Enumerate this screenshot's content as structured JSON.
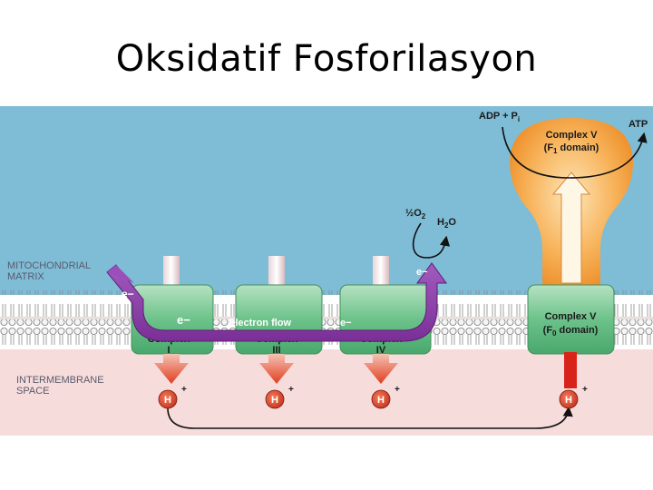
{
  "title": "Oksidatif Fosforilasyon",
  "regions": {
    "matrix": [
      "MITOCHONDRIAL",
      "MATRIX"
    ],
    "intermembrane": [
      "INTERMEMBRANE",
      "SPACE"
    ]
  },
  "complexes": [
    {
      "line1": "Complex",
      "line2": "I"
    },
    {
      "line1": "Complex",
      "line2": "III"
    },
    {
      "line1": "Complex",
      "line2": "IV"
    }
  ],
  "complex_v_f0": {
    "line1": "Complex V",
    "line2": "(F",
    "sub": "0",
    "line3": " domain)"
  },
  "complex_v_f1": {
    "line1": "Complex V",
    "line2": "(F",
    "sub": "1",
    "line3": " domain)"
  },
  "electron_flow": {
    "label": "Electron flow",
    "e_symbol": "e−"
  },
  "reaction": {
    "oxygen_prefix": "½",
    "oxygen": "O",
    "oxygen_sub": "2",
    "water": "H",
    "water_sub": "2",
    "water_suffix": "O"
  },
  "atp_synthesis": {
    "reactants": "ADP + P",
    "reactants_sub": "i",
    "product": "ATP"
  },
  "proton": {
    "symbol": "H",
    "charge": "+"
  },
  "colors": {
    "matrix": "#7fbcd6",
    "intermembrane": "#f7dcdc",
    "complex": "#6cc28a",
    "electron_arrow": "#8a3ca6",
    "proton_arrow": "#e84b2a",
    "f1_bulb": "#f39a2e"
  }
}
